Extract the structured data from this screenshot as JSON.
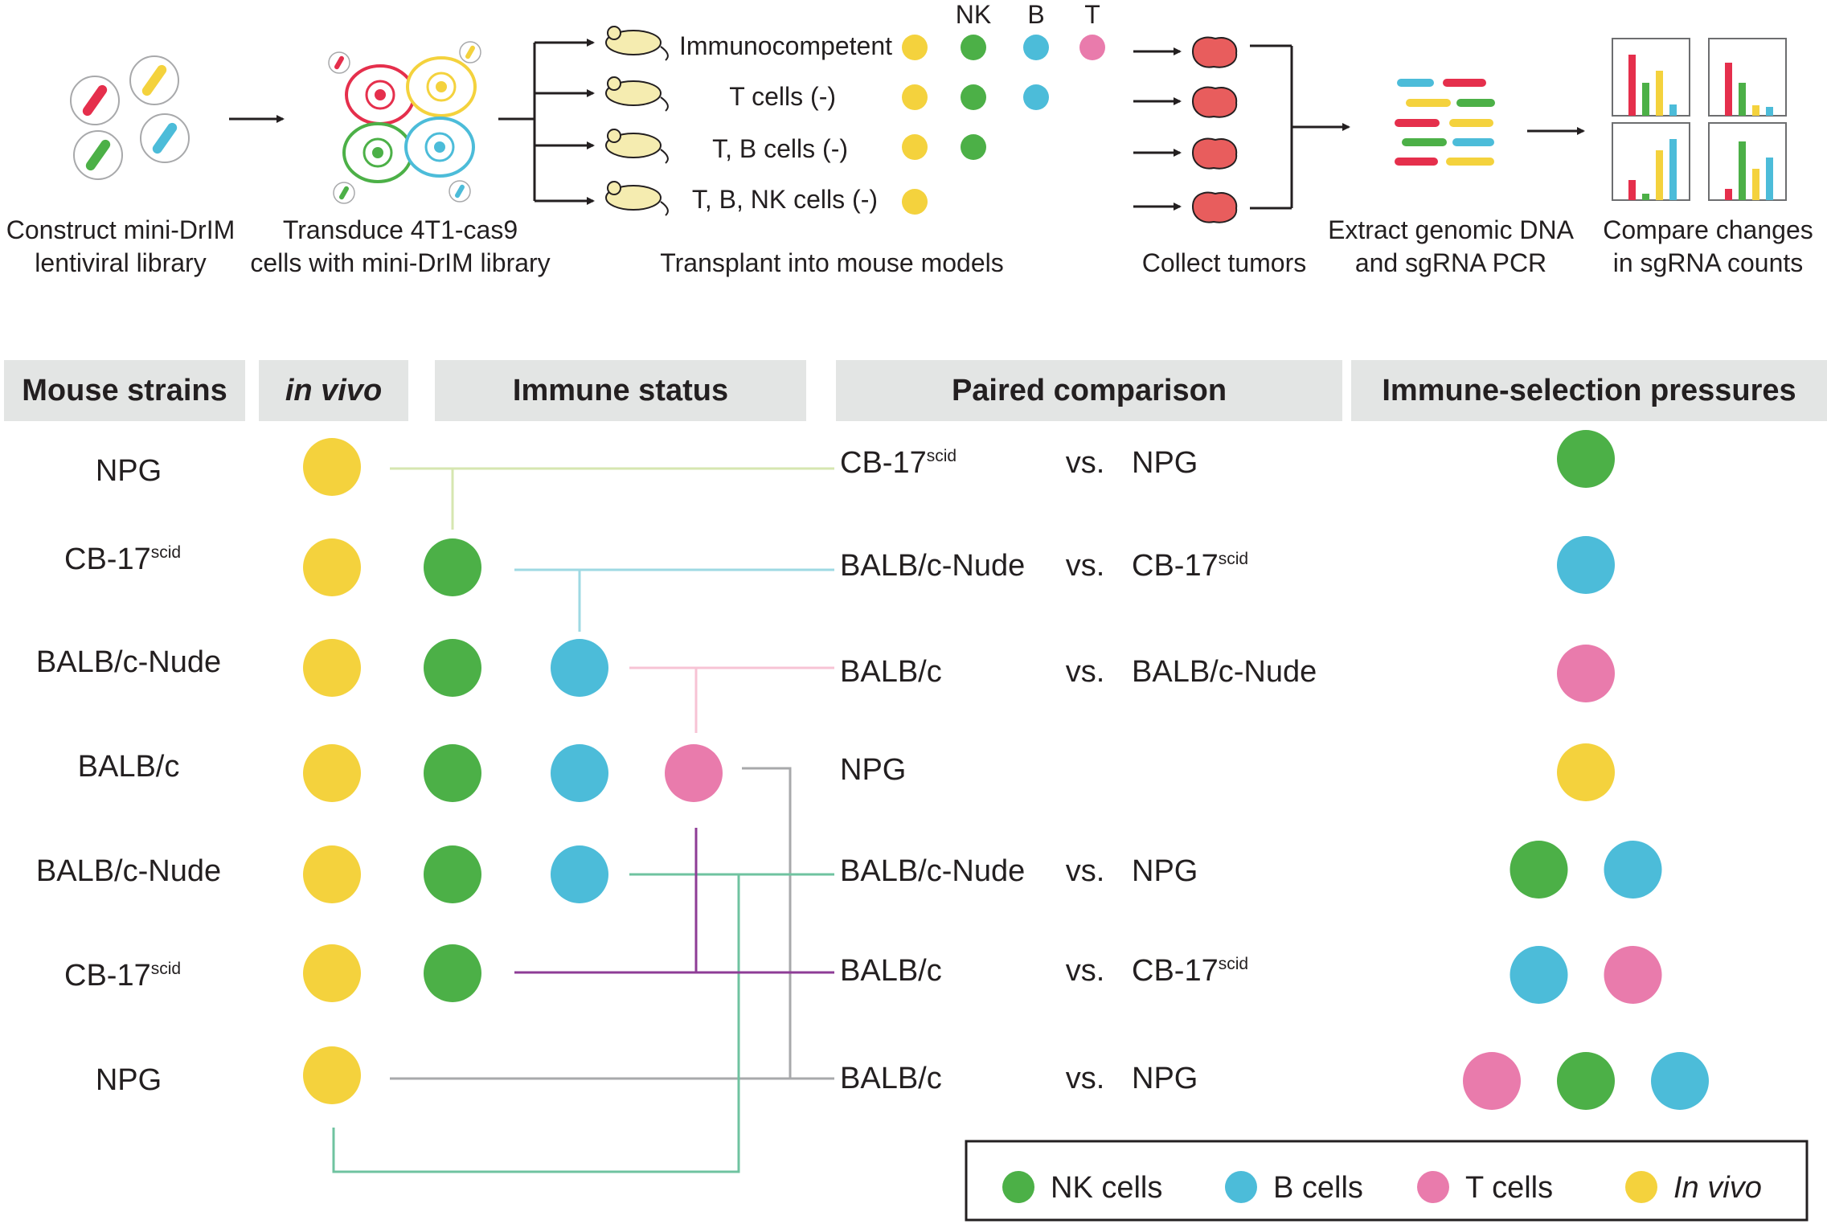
{
  "colors": {
    "nk": "#4cb047",
    "b": "#4cbcd9",
    "t": "#e97bac",
    "in_vivo": "#f4d23d",
    "header_bg": "#e3e5e4",
    "line_npg_cb": "#d6e6b0",
    "line_cb_nude": "#9ed9e3",
    "line_nude_balbc": "#f7c3d4",
    "line_gray": "#a8a9ab",
    "line_teal": "#6fc3a0",
    "line_purple": "#8e3c96"
  },
  "workflow": {
    "step1": {
      "line1": "Construct mini-DrIM",
      "line2": "lentiviral library"
    },
    "step2": {
      "line1": "Transduce 4T1-cas9",
      "line2": "cells with mini-DrIM library"
    },
    "step3": {
      "caption": "Transplant into mouse models",
      "column_labels": {
        "nk": "NK",
        "b": "B",
        "t": "T"
      },
      "models": [
        {
          "label": "Immunocompetent",
          "cells": [
            "in_vivo",
            "nk",
            "b",
            "t"
          ]
        },
        {
          "label": "T cells (-)",
          "cells": [
            "in_vivo",
            "nk",
            "b"
          ]
        },
        {
          "label": "T, B cells (-)",
          "cells": [
            "in_vivo",
            "nk"
          ]
        },
        {
          "label": "T, B, NK cells (-)",
          "cells": [
            "in_vivo"
          ]
        }
      ]
    },
    "step4": {
      "caption": "Collect tumors"
    },
    "step5": {
      "line1": "Extract genomic DNA",
      "line2": "and sgRNA PCR"
    },
    "step6": {
      "line1": "Compare changes",
      "line2": "in sgRNA counts"
    }
  },
  "table": {
    "headers": {
      "mouse_strains": "Mouse strains",
      "in_vivo": "in vivo",
      "immune_status": "Immune status",
      "paired_comparison": "Paired comparison",
      "pressures": "Immune-selection pressures"
    },
    "superscript": "scid",
    "vs_label": "vs.",
    "rows": [
      {
        "strain": "NPG",
        "strain_sup": "",
        "status": [
          "in_vivo"
        ],
        "left": "CB-17",
        "left_sup": "scid",
        "vs": "vs.",
        "right": "NPG",
        "right_sup": "",
        "pressures": [
          "nk"
        ]
      },
      {
        "strain": "CB-17",
        "strain_sup": "scid",
        "status": [
          "in_vivo",
          "nk"
        ],
        "left": "BALB/c-Nude",
        "left_sup": "",
        "vs": "vs.",
        "right": "CB-17",
        "right_sup": "scid",
        "pressures": [
          "b"
        ]
      },
      {
        "strain": "BALB/c-Nude",
        "strain_sup": "",
        "status": [
          "in_vivo",
          "nk",
          "b"
        ],
        "left": "BALB/c",
        "left_sup": "",
        "vs": "vs.",
        "right": "BALB/c-Nude",
        "right_sup": "",
        "pressures": [
          "t"
        ]
      },
      {
        "strain": "BALB/c",
        "strain_sup": "",
        "status": [
          "in_vivo",
          "nk",
          "b",
          "t"
        ],
        "left": "NPG",
        "left_sup": "",
        "vs": "",
        "right": "",
        "right_sup": "",
        "pressures": [
          "in_vivo"
        ]
      },
      {
        "strain": "BALB/c-Nude",
        "strain_sup": "",
        "status": [
          "in_vivo",
          "nk",
          "b"
        ],
        "left": "BALB/c-Nude",
        "left_sup": "",
        "vs": "vs.",
        "right": "NPG",
        "right_sup": "",
        "pressures": [
          "nk",
          "b"
        ]
      },
      {
        "strain": "CB-17",
        "strain_sup": "scid",
        "status": [
          "in_vivo",
          "nk"
        ],
        "left": "BALB/c",
        "left_sup": "",
        "vs": "vs.",
        "right": "CB-17",
        "right_sup": "scid",
        "pressures": [
          "b",
          "t"
        ]
      },
      {
        "strain": "NPG",
        "strain_sup": "",
        "status": [
          "in_vivo"
        ],
        "left": "BALB/c",
        "left_sup": "",
        "vs": "vs.",
        "right": "NPG",
        "right_sup": "",
        "pressures": [
          "t",
          "nk",
          "b"
        ]
      }
    ]
  },
  "legend": {
    "items": [
      {
        "label": "NK cells",
        "color_key": "nk",
        "italic": false
      },
      {
        "label": "B cells",
        "color_key": "b",
        "italic": false
      },
      {
        "label": "T cells",
        "color_key": "t",
        "italic": false
      },
      {
        "label": "In vivo",
        "color_key": "in_vivo",
        "italic": true
      }
    ]
  },
  "icons": [
    "lentivirus-icon",
    "transduced-cell-icon",
    "mouse-icon",
    "tumor-icon",
    "sgrna-bars-icon",
    "bar-chart-icon",
    "arrow-icon"
  ]
}
